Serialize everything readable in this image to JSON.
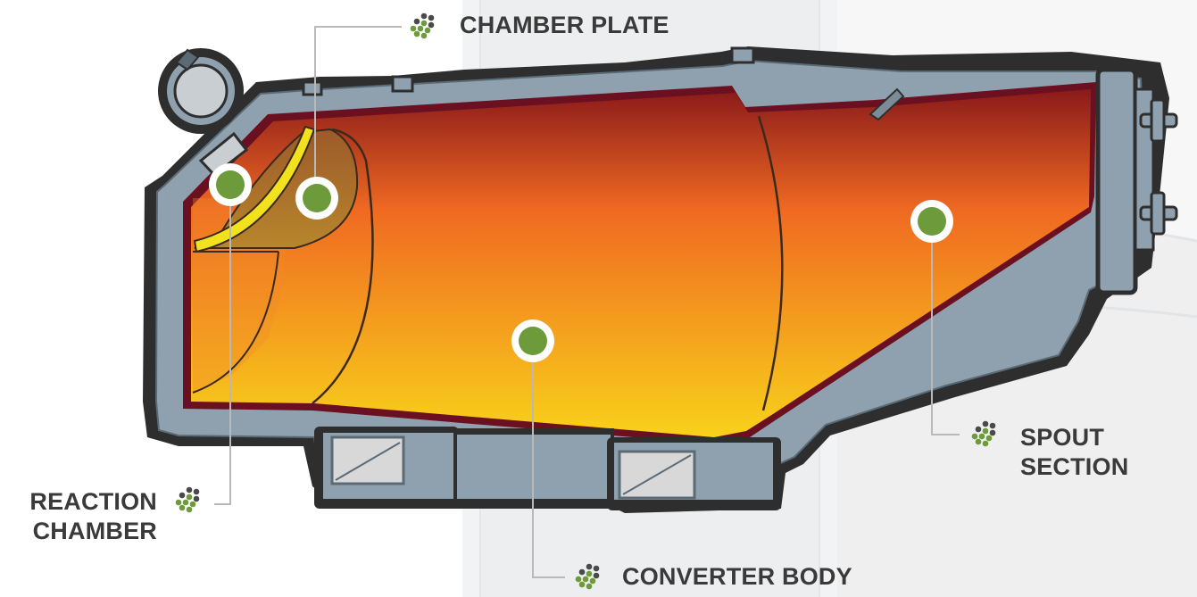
{
  "callouts": {
    "chamber_plate": {
      "lines": [
        "CHAMBER PLATE"
      ]
    },
    "reaction_chamber": {
      "lines": [
        "REACTION",
        "CHAMBER"
      ]
    },
    "spout_section": {
      "lines": [
        "SPOUT",
        "SECTION"
      ]
    },
    "converter_body": {
      "lines": [
        "CONVERTER BODY"
      ]
    }
  },
  "colors": {
    "accent_green": "#6d9a3a",
    "shell_steel": "#8fa1ae",
    "outline": "#2e2e2e",
    "lining": "#6b1020",
    "heat_top": "#8a1a1a",
    "heat_mid": "#f06a22",
    "heat_bottom": "#f8d21a",
    "chamber_plate_band": "#f2e11d"
  },
  "icons": {
    "callout_marker": "dot-cluster-icon",
    "hotspot": "green-hotspot-icon",
    "sight_glass": "round-sight-glass-icon",
    "spout_clamp": "bolt-clamp-icon"
  }
}
